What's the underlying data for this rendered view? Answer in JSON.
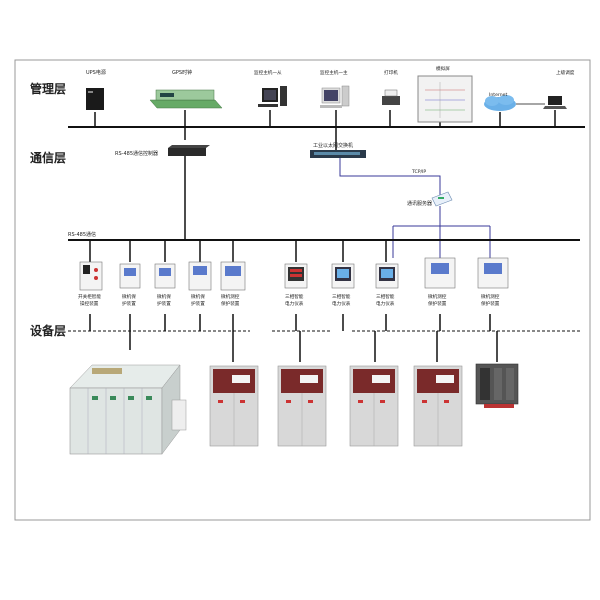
{
  "layers": {
    "management": "管理层",
    "communication": "通信层",
    "device": "设备层"
  },
  "management_devices": {
    "ups": "UPS电源",
    "gps": "GPS时钟",
    "monitor1": "监控主机一从",
    "monitor2": "监控主机一主",
    "printer": "打印机",
    "simscreen": "模拟屏",
    "remote": "上级调度",
    "internet": "Internet"
  },
  "comm_devices": {
    "rs485_controller": "RS-485通信控制器",
    "ethernet_switch": "工业以太网交换机",
    "tcpip": "TCP/IP",
    "comm_server": "通讯服务器",
    "rs485_bus": "RS-485通信"
  },
  "bay_devices": [
    {
      "line1": "开关柜智能",
      "line2": "操控装置"
    },
    {
      "line1": "微机保",
      "line2": "护装置"
    },
    {
      "line1": "微机保",
      "line2": "护装置"
    },
    {
      "line1": "微机保",
      "line2": "护装置"
    },
    {
      "line1": "微机测控",
      "line2": "保护装置"
    },
    {
      "line1": "三相智能",
      "line2": "电力仪表"
    },
    {
      "line1": "三相智能",
      "line2": "电力仪表"
    },
    {
      "line1": "三相智能",
      "line2": "电力仪表"
    },
    {
      "line1": "微机测控",
      "line2": "保护装置"
    },
    {
      "line1": "微机测控",
      "line2": "保护装置"
    }
  ],
  "colors": {
    "line": "#111111",
    "link": "#3a3a9a",
    "frame": "#999999",
    "cabinet": "#d8d8d8",
    "cabinet_panel": "#7a2a2a",
    "screen": "#5a7acc"
  }
}
